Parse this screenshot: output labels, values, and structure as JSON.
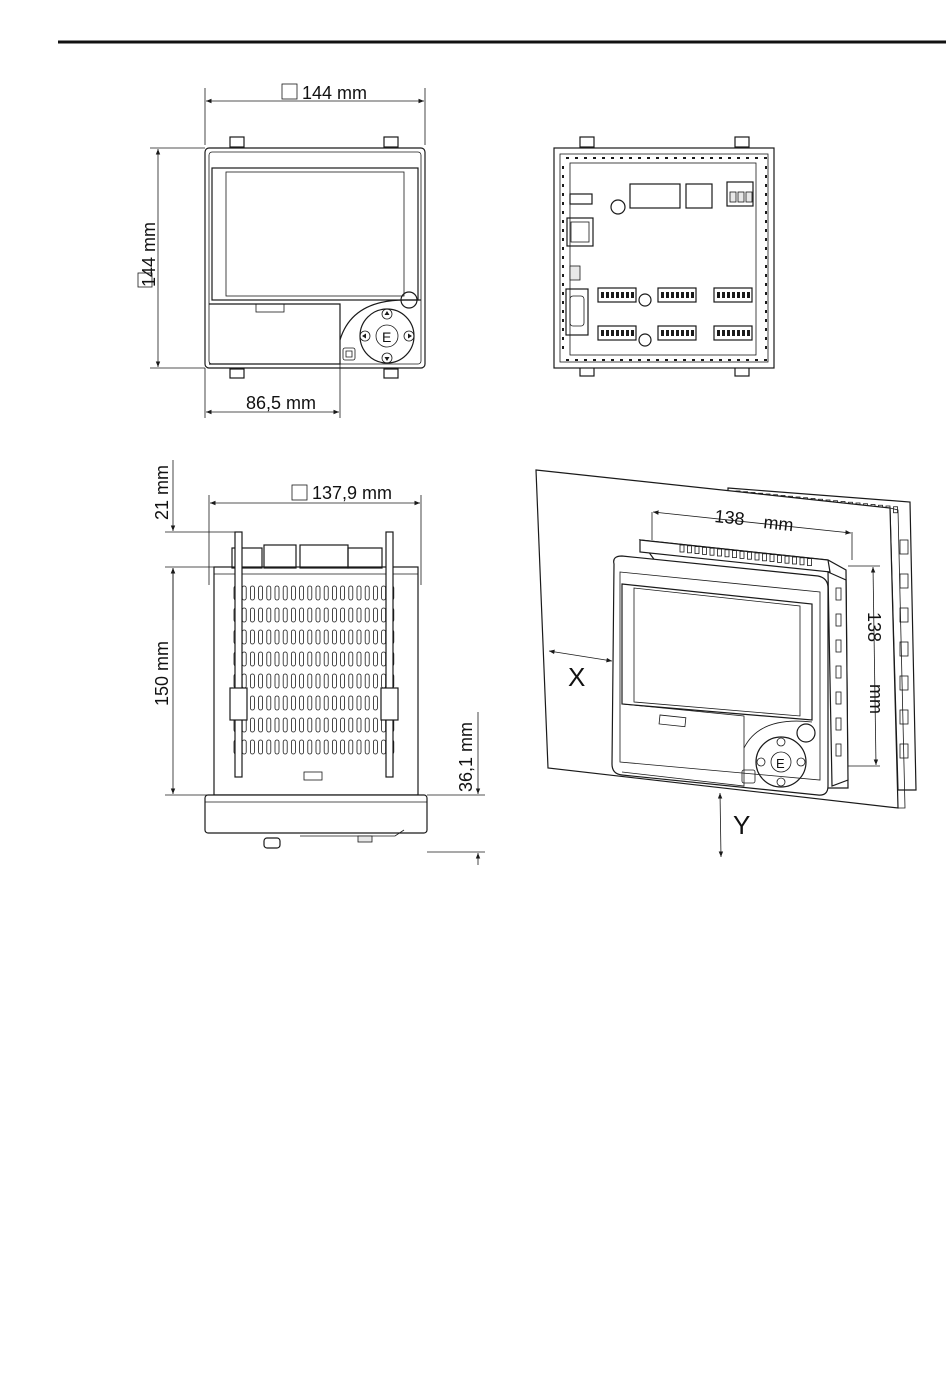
{
  "front_view": {
    "width_label": "144 mm",
    "height_label": "144 mm",
    "offset_label": "86,5 mm",
    "enter_key": "E"
  },
  "side_view": {
    "width_label": "137,9 mm",
    "terminal_height_label": "21 mm",
    "depth_label": "150 mm",
    "front_depth_label": "36,1 mm"
  },
  "panel_view": {
    "cutout_width_label": "138",
    "cutout_width_unit": "mm",
    "cutout_height_label": "138",
    "cutout_height_unit": "mm",
    "axis_x": "X",
    "axis_y": "Y",
    "enter_key": "E"
  },
  "icons": [
    "square-dimension-icon",
    "arrow-up-icon",
    "arrow-down-icon",
    "arrow-left-icon",
    "arrow-right-icon",
    "enter-key-icon",
    "esc-key-icon"
  ]
}
